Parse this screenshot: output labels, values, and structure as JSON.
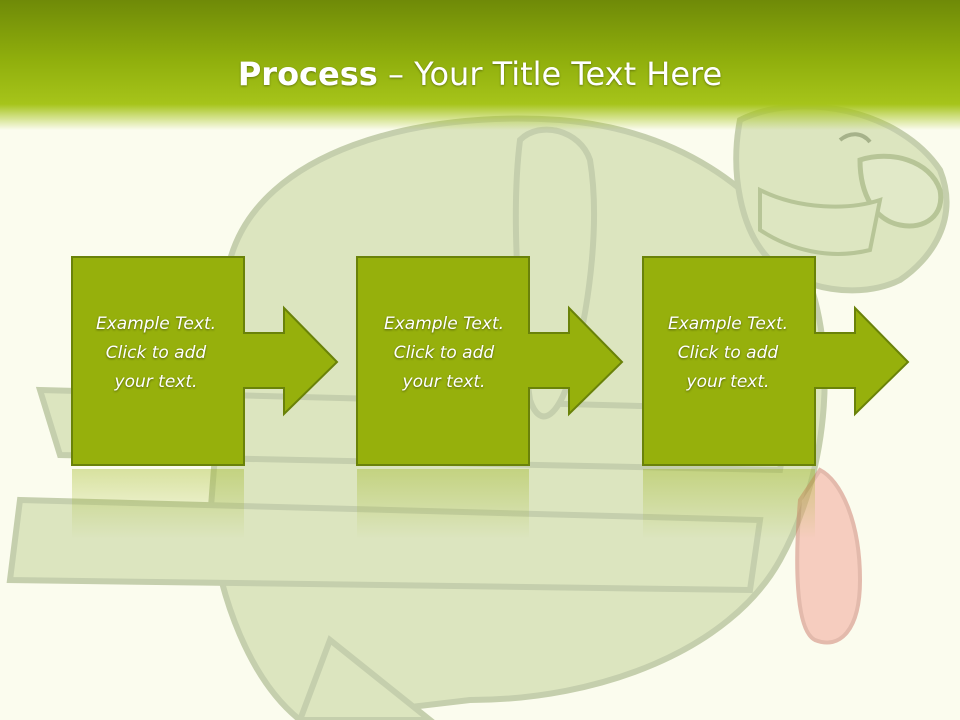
{
  "slide": {
    "title_bold": "Process",
    "title_sep": " – ",
    "title_rest": "Your Title Text Here"
  },
  "steps": [
    {
      "text": "Example Text.\nClick  to add\nyour text."
    },
    {
      "text": "Example Text.\nClick  to add\nyour text."
    },
    {
      "text": "Example Text.\nClick  to add\nyour text."
    }
  ],
  "colors": {
    "box_fill": "#96b00c",
    "box_stroke": "#6a8209",
    "header_dark": "#6f8a08",
    "background": "#fbfcee"
  },
  "icons": {
    "background_illustration": "piggy-bank-with-euro-sign-illustration"
  }
}
